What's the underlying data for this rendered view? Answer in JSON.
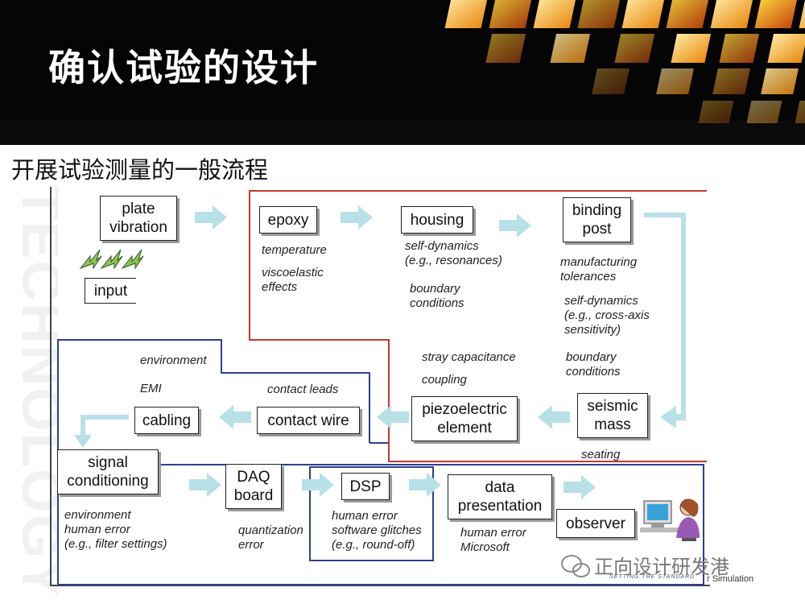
{
  "title": "确认试验的设计",
  "subtitle": "开展试验测量的一般流程",
  "watermark_text": "TECHNOLOGY",
  "boxes": {
    "plate_vibration": "plate\nvibration",
    "input": "input",
    "epoxy": "epoxy",
    "housing": "housing",
    "binding_post": "binding\npost",
    "seismic_mass": "seismic\nmass",
    "piezoelectric_element": "piezoelectric\nelement",
    "contact_wire": "contact wire",
    "cabling": "cabling",
    "signal_conditioning": "signal\nconditioning",
    "daq_board": "DAQ\nboard",
    "dsp": "DSP",
    "data_presentation": "data\npresentation",
    "observer": "observer"
  },
  "notes": {
    "temperature": "temperature",
    "viscoelastic": "viscoelastic\neffects",
    "self_dynamics_housing": "self-dynamics\n(e.g., resonances)",
    "boundary_housing": "boundary\nconditions",
    "manufacturing": "manufacturing\ntolerances",
    "self_dynamics_post": "self-dynamics\n(e.g., cross-axis\nsensitivity)",
    "boundary_post": "boundary\nconditions",
    "stray_capacitance": "stray capacitance",
    "coupling": "coupling",
    "seating": "seating",
    "environment_top": "environment",
    "emi": "EMI",
    "contact_leads": "contact leads",
    "environment_bottom": "environment\nhuman error\n(e.g., filter settings)",
    "quantization": "quantization\nerror",
    "dsp_errors": "human error\nsoftware glitches\n(e.g., round-off)",
    "presentation_errors": "human error\nMicrosoft"
  },
  "footer": {
    "wechat_text": "正向设计研发港",
    "logo_tagline": "SETTING THE STANDARD",
    "logo_partial": "r Simulation"
  },
  "colors": {
    "red_region": "#c0392b",
    "blue_region": "#2e3f8f",
    "arrow": "#b7e1e6"
  }
}
